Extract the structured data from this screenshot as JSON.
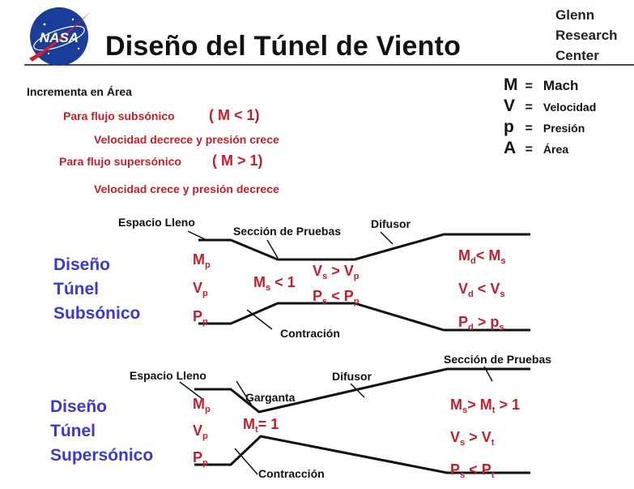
{
  "header": {
    "title": "Diseño del Túnel de Viento",
    "center_lines": [
      "Glenn",
      "Research",
      "Center"
    ],
    "logo_text": "NASA"
  },
  "legend": [
    {
      "sym": "M",
      "eq": "=",
      "desc": "Mach"
    },
    {
      "sym": "V",
      "eq": "=",
      "desc": "Velocidad"
    },
    {
      "sym": "p",
      "eq": "=",
      "desc": "Presión"
    },
    {
      "sym": "A",
      "eq": "=",
      "desc": "Área"
    }
  ],
  "rules": {
    "heading": "Incrementa en Área",
    "sub_label": "Para flujo subsónico",
    "sub_cond": "( M < 1)",
    "sub_effect": "Velocidad decrece y presión crece",
    "sup_label": "Para flujo supersónico",
    "sup_cond": "( M > 1)",
    "sup_effect": "Velocidad crece y presión decrece"
  },
  "subsonic": {
    "name_lines": [
      "Diseño",
      "Túnel",
      "Subsónico"
    ],
    "labels": {
      "settling": "Espacio Lleno",
      "test": "Sección de Pruebas",
      "diffuser": "Difusor",
      "contraction": "Contración"
    },
    "plenum": [
      {
        "base": "M",
        "sub": "p"
      },
      {
        "base": "V",
        "sub": "p"
      },
      {
        "base": "P",
        "sub": "p"
      }
    ],
    "test_mach": {
      "base": "M",
      "sub": "s",
      "rest": "< 1"
    },
    "test_rel": [
      {
        "a": "V",
        "as": "s",
        "op": ">",
        "b": "V",
        "bs": "p"
      },
      {
        "a": "P",
        "as": "s",
        "op": "<",
        "b": "P",
        "bs": "p"
      }
    ],
    "exit_rel": [
      {
        "a": "M",
        "as": "d",
        "op": "<",
        "b": "M",
        "bs": "s"
      },
      {
        "a": "V",
        "as": "d",
        "op": "<",
        "b": "V",
        "bs": "s"
      },
      {
        "a": "P",
        "as": "d",
        "op": ">",
        "b": "p",
        "bs": "s"
      }
    ]
  },
  "supersonic": {
    "name_lines": [
      "Diseño",
      "Túnel",
      "Supersónico"
    ],
    "labels": {
      "settling": "Espacio Lleno",
      "throat": "Garganta",
      "diffuser": "Difusor",
      "test": "Sección de Pruebas",
      "contraction": "Contracción"
    },
    "plenum": [
      {
        "base": "M",
        "sub": "p"
      },
      {
        "base": "V",
        "sub": "p"
      },
      {
        "base": "P",
        "sub": "p"
      }
    ],
    "throat_mach": {
      "base": "M",
      "sub": "t",
      "rest": "= 1"
    },
    "exit_rel": [
      {
        "a": "M",
        "as": "s",
        "op": ">",
        "b": "M",
        "bs": "t",
        "rest": "> 1"
      },
      {
        "a": "V",
        "as": "s",
        "op": ">",
        "b": "V",
        "bs": "t"
      },
      {
        "a": "P",
        "as": "s",
        "op": "<",
        "b": "P",
        "bs": "t"
      }
    ]
  },
  "colors": {
    "title": "#111111",
    "red": "#c0202a",
    "blue": "#3a3ad0",
    "line": "#111111",
    "nasa_blue": "#1a3d99",
    "nasa_red": "#d0202a"
  }
}
